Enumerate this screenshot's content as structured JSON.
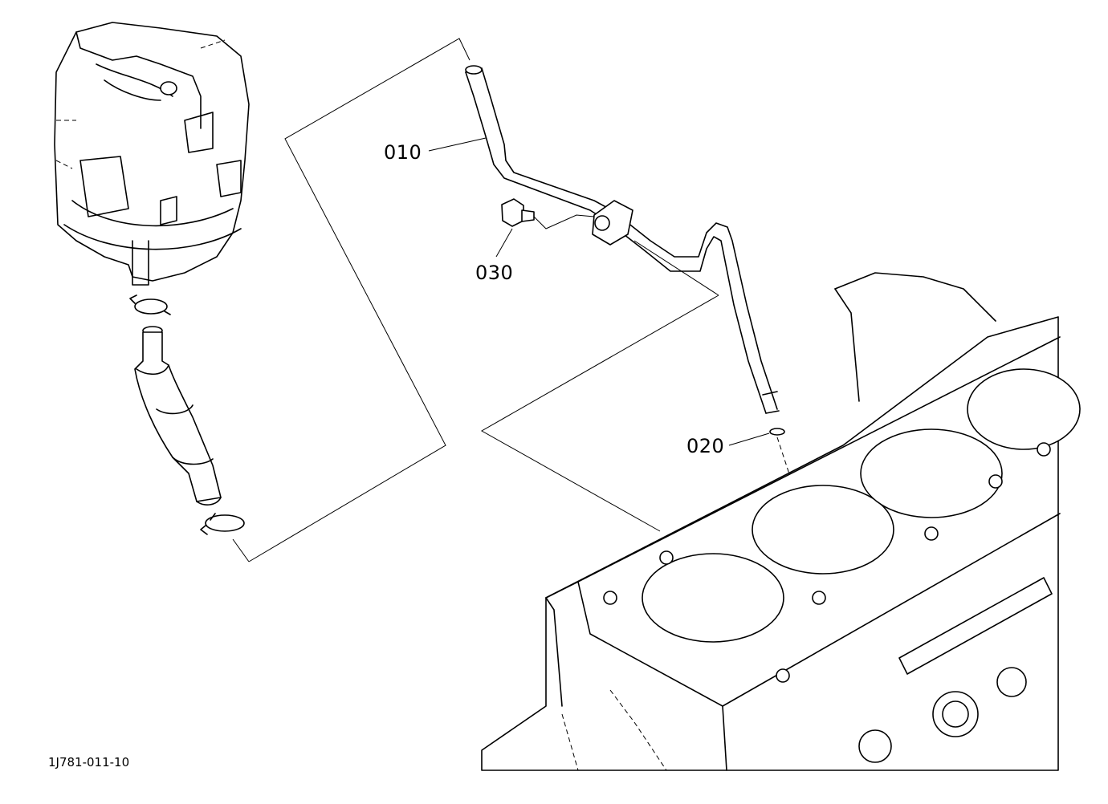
{
  "diagram": {
    "parts": [
      {
        "id": "part-010",
        "label": "010"
      },
      {
        "id": "part-020",
        "label": "020"
      },
      {
        "id": "part-030",
        "label": "030"
      }
    ],
    "drawing_code": "1J781-011-10"
  }
}
